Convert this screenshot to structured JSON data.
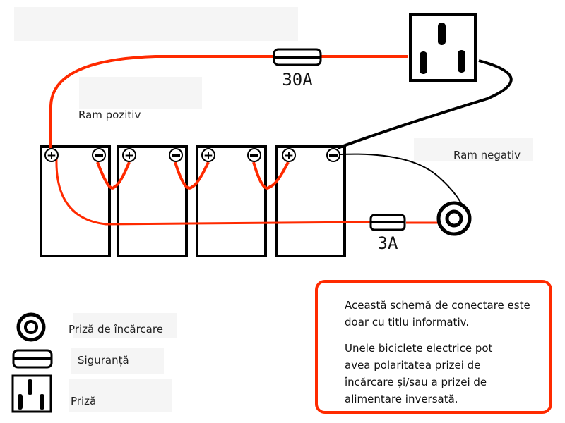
{
  "colors": {
    "positive_wire": "#ff2a00",
    "negative_wire": "#000000",
    "note_border": "#ff2a00"
  },
  "labels": {
    "positive_branch": "Ram pozitiv",
    "negative_branch": "Ram negativ",
    "main_fuse": "30A",
    "charge_fuse": "3A"
  },
  "batteries": [
    {
      "positive_symbol": "+",
      "negative_symbol": "−"
    },
    {
      "positive_symbol": "+",
      "negative_symbol": "−"
    },
    {
      "positive_symbol": "+",
      "negative_symbol": "−"
    },
    {
      "positive_symbol": "+",
      "negative_symbol": "−"
    }
  ],
  "legend": [
    {
      "icon": "charging-port-icon",
      "label": "Priză de încărcare"
    },
    {
      "icon": "fuse-icon",
      "label": "Siguranță"
    },
    {
      "icon": "outlet-icon",
      "label": "Priză"
    }
  ],
  "note": {
    "paragraph1": "Această schemă de conectare este doar cu titlu informativ.",
    "paragraph2": "Unele biciclete electrice pot avea polaritatea prizei de încărcare și/sau a prizei de alimentare inversată."
  }
}
